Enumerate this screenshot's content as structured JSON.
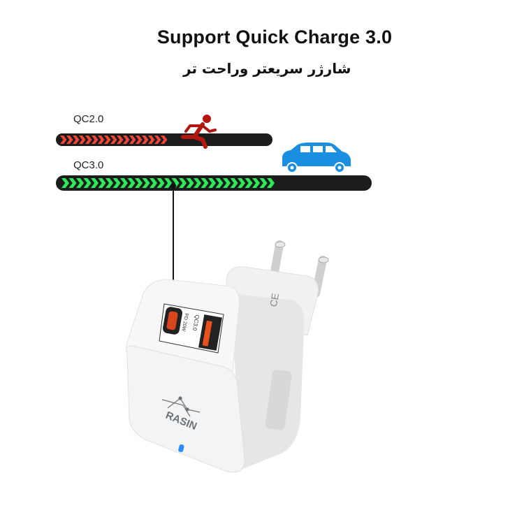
{
  "header": {
    "title": "Support Quick Charge 3.0",
    "subtitle": "شارژر سریعتر وراحت تر"
  },
  "comparison": {
    "bars": [
      {
        "label": "QC2.0",
        "progress": 0.5,
        "color": "#f2453a",
        "icon": "runner-icon",
        "icon_color": "#b3160f"
      },
      {
        "label": "QC3.0",
        "progress": 0.68,
        "color": "#2fe85a",
        "icon": "car-icon",
        "icon_color": "#1a8fe0"
      }
    ]
  },
  "product": {
    "brand": "RASIN",
    "port_labels": [
      "PD 20W",
      "QC3.0"
    ],
    "led_color": "#2a8cff"
  }
}
